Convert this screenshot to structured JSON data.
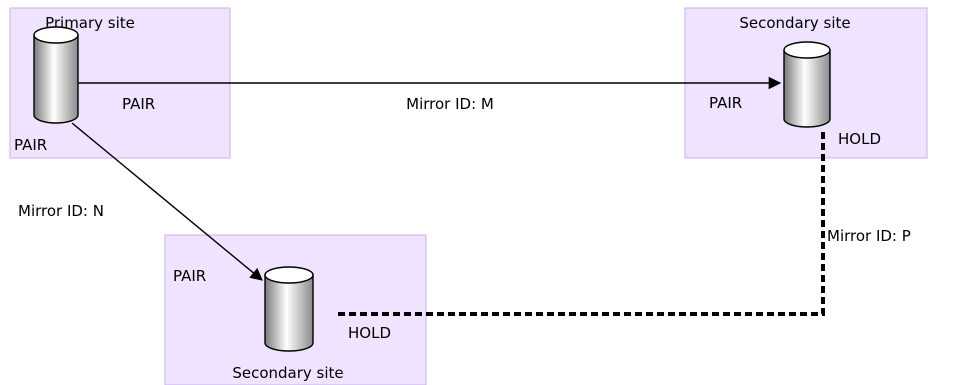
{
  "sites": {
    "primary": {
      "title": "Primary site",
      "volume_status_right": "PAIR",
      "volume_status_bottom": "PAIR"
    },
    "secondary_top": {
      "title": "Secondary site",
      "status_left": "PAIR",
      "status_right": "HOLD"
    },
    "secondary_bottom": {
      "title": "Secondary site",
      "status_left": "PAIR",
      "status_right": "HOLD"
    }
  },
  "links": {
    "m": {
      "label": "Mirror ID: M",
      "style": "solid"
    },
    "n": {
      "label": "Mirror ID: N",
      "style": "solid"
    },
    "p": {
      "label": "Mirror ID: P",
      "style": "dashed"
    }
  }
}
